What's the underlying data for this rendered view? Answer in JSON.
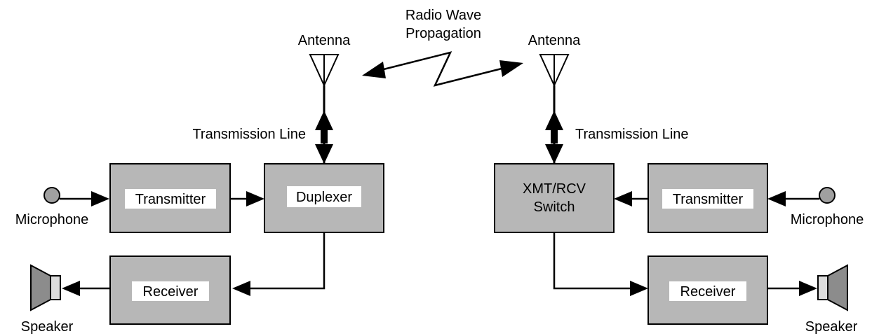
{
  "labels": {
    "radio_wave_line1": "Radio Wave",
    "radio_wave_line2": "Propagation",
    "left_antenna": "Antenna",
    "right_antenna": "Antenna",
    "left_transmission_line": "Transmission Line",
    "right_transmission_line": "Transmission Line",
    "left_microphone": "Microphone",
    "right_microphone": "Microphone",
    "left_speaker": "Speaker",
    "right_speaker": "Speaker"
  },
  "blocks": {
    "left_transmitter": "Transmitter",
    "left_duplexer": "Duplexer",
    "left_receiver": "Receiver",
    "right_switch_line1": "XMT/RCV",
    "right_switch_line2": "Switch",
    "right_transmitter": "Transmitter",
    "right_receiver": "Receiver"
  },
  "colors": {
    "block_fill": "#b7b7b7",
    "label_fill": "#ffffff",
    "line": "#000000",
    "microphone_fill": "#a0a0a0",
    "speaker_cone": "#8c8c8c",
    "speaker_magnet": "#dcdcdc"
  }
}
